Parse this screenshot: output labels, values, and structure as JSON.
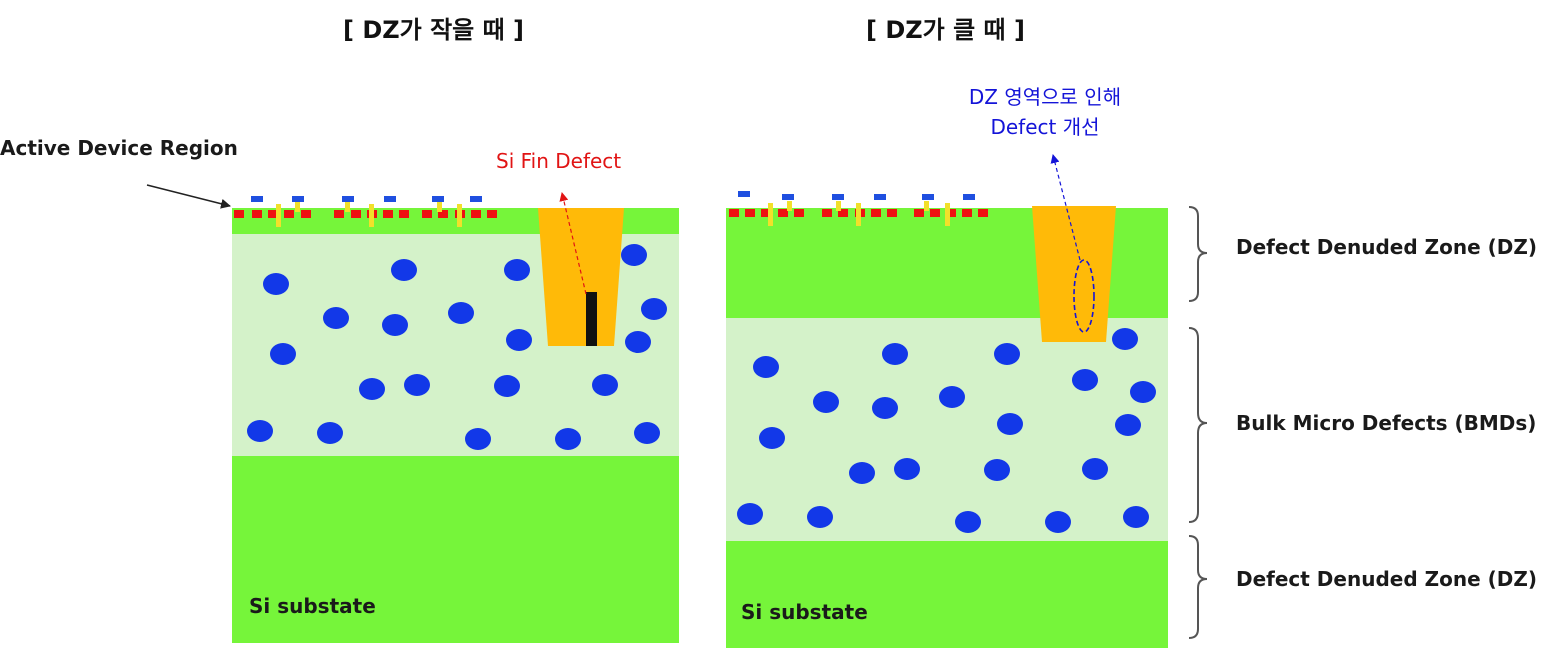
{
  "titles": {
    "left": "[ DZ가 작을 때 ]",
    "right": "[ DZ가 클 때 ]"
  },
  "labels": {
    "active_device_region": "Active Device Region",
    "si_fin_defect": "Si Fin Defect",
    "dz_improvement_line1": "DZ 영역으로 인해",
    "dz_improvement_line2": "Defect 개선",
    "zone_top": "Defect Denuded Zone (DZ)",
    "zone_middle": "Bulk Micro Defects (BMDs)",
    "zone_bottom": "Defect Denuded Zone (DZ)",
    "substrate_left": "Si substate",
    "substrate_right": "Si substate"
  },
  "colors": {
    "dz_green": "#76f53a",
    "bmd_light_green": "#d4f2c9",
    "bmd_dot_blue": "#1238e8",
    "fin_orange": "#ffba08",
    "gate_red": "#ee1111",
    "gate_blue": "#1f4fe0",
    "gate_yellow": "#f2e02a",
    "defect_black": "#111111",
    "note_red": "#e11414",
    "note_blue": "#1414d8"
  },
  "icons": {
    "annotation_arrow": "arrow-icon",
    "zone_brace": "curly-brace-icon",
    "defect_ellipse": "dashed-ellipse-icon"
  }
}
